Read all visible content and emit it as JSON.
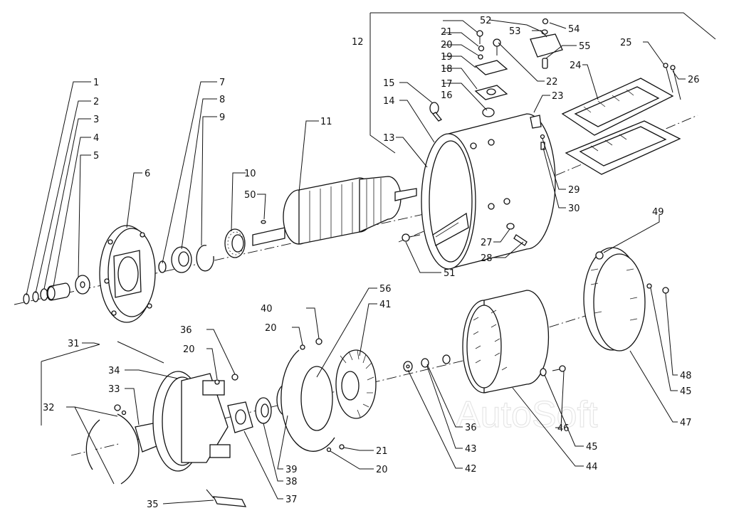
{
  "diagram": {
    "title": "Starter motor exploded view",
    "watermark": "AutoSoft",
    "labels": {
      "1": "1",
      "2": "2",
      "3": "3",
      "4": "4",
      "5": "5",
      "6": "6",
      "7": "7",
      "8": "8",
      "9": "9",
      "10": "10",
      "11": "11",
      "12": "12",
      "13": "13",
      "14": "14",
      "15": "15",
      "16": "16",
      "17": "17",
      "18": "18",
      "19": "19",
      "20a": "20",
      "21a": "21",
      "22": "22",
      "23": "23",
      "24": "24",
      "25": "25",
      "26": "26",
      "27": "27",
      "28": "28",
      "29": "29",
      "30": "30",
      "31": "31",
      "32": "32",
      "33": "33",
      "34": "34",
      "35": "35",
      "36a": "36",
      "20b": "20",
      "37": "37",
      "38": "38",
      "39": "39",
      "40": "40",
      "20c": "20",
      "56": "56",
      "41": "41",
      "21b": "21",
      "20d": "20",
      "42": "42",
      "43": "43",
      "36b": "36",
      "44": "44",
      "45a": "45",
      "46": "46",
      "49": "49",
      "48": "48",
      "45b": "45",
      "47": "47",
      "50": "50",
      "51": "51",
      "52": "52",
      "53": "53",
      "54": "54",
      "55": "55"
    }
  }
}
